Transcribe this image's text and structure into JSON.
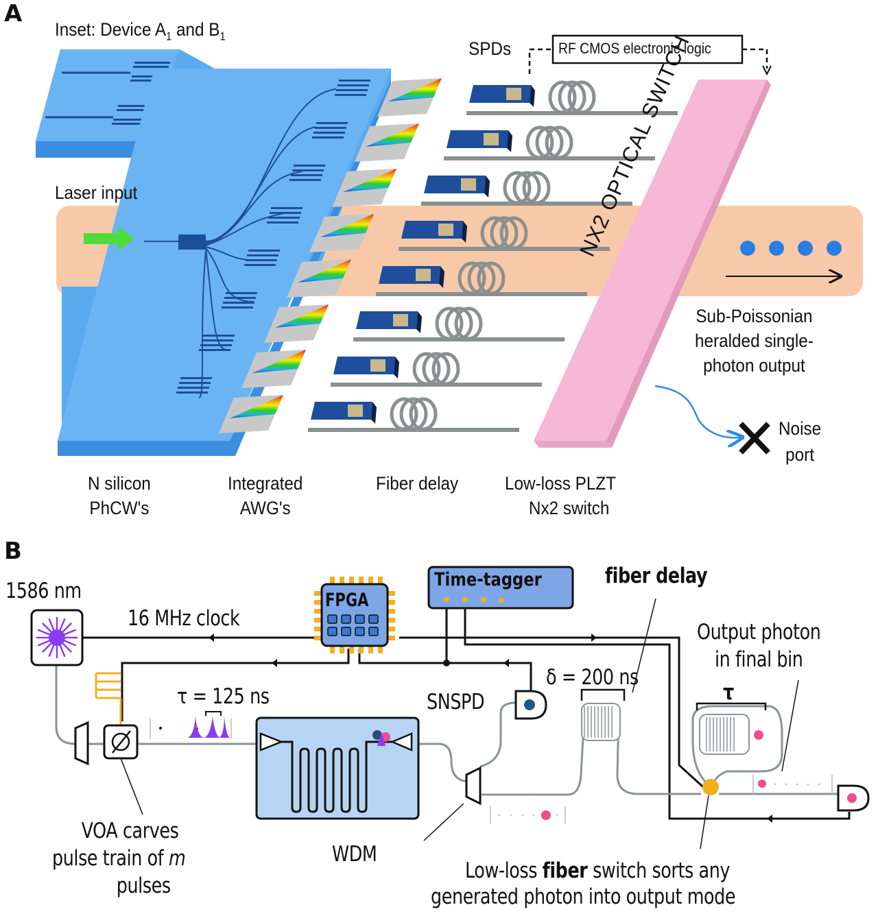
{
  "panel_a": {
    "label": "A",
    "inset_title_prefix": "Inset: Device A",
    "inset_title_sub1": "1",
    "inset_title_mid": " and B",
    "inset_title_sub2": "1",
    "laser_input": "Laser input",
    "spds": "SPDs",
    "rf_logic": "RF CMOS electronic logic",
    "switch_text": "NX2 OPTICAL SWITCH",
    "output_line1": "Sub-Poissonian",
    "output_line2": "heralded single-",
    "output_line3": "photon output",
    "noise_line1": "Noise",
    "noise_line2": "port",
    "bottom_labels": [
      {
        "line1": "N silicon",
        "line2": "PhCW's"
      },
      {
        "line1": "Integrated",
        "line2": "AWG's"
      },
      {
        "line1": "Fiber delay",
        "line2": ""
      },
      {
        "line1": "Low-loss PLZT",
        "line2": "Nx2 switch"
      }
    ],
    "channel_count": 8,
    "photon_count": 4,
    "colors": {
      "chip": "#5aaaf0",
      "band": "#f8c9a8",
      "switch": "#f7b7d6",
      "spd": "#1f4e9c",
      "photon": "#2a7de1",
      "fiber": "#8a9090",
      "laser_arrow": "#4ddc3a"
    }
  },
  "panel_b": {
    "label": "B",
    "wavelength": "1586 nm",
    "clock": "16 MHz clock",
    "fpga": "FPGA",
    "time_tagger": "Time-tagger",
    "fiber_delay": "fiber delay",
    "tau_eq": "τ = 125 ns",
    "delta_eq": "δ = 200 ns",
    "snspd": "SNSPD",
    "output_photon_line1": "Output photon",
    "output_photon_line2": "in final bin",
    "tau": "τ",
    "voa_line1": "VOA carves",
    "voa_line2_prefix": "pulse train of ",
    "voa_line2_var": "m",
    "voa_line3": "pulses",
    "wdm": "WDM",
    "switch_line1_a": "Low-loss ",
    "switch_line1_b": "fiber",
    "switch_line1_c": " switch sorts any",
    "switch_line2": "generated photon into output mode",
    "colors": {
      "laser": "#8a3cf0",
      "chip": "#b8d4f5",
      "fpga": "#7ea6e6",
      "pins": "#f2b020",
      "snspd_dot": "#1f5a8c",
      "photon": "#ef4d8c",
      "switch_node": "#f2b020"
    }
  }
}
